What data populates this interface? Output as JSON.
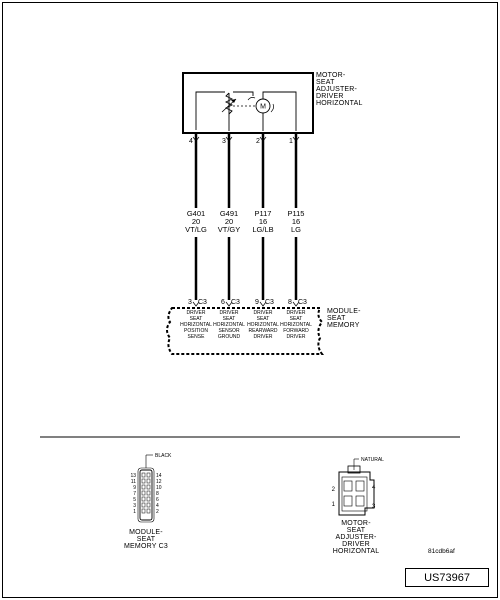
{
  "motor": {
    "title_lines": [
      "MOTOR-",
      "SEAT",
      "ADJUSTER-",
      "DRIVER",
      "HORIZONTAL"
    ],
    "motor_symbol": "M",
    "pins": [
      "4",
      "3",
      "2",
      "1"
    ]
  },
  "wires": [
    {
      "circuit": "G401",
      "gauge": "20",
      "color": "VT/LG"
    },
    {
      "circuit": "G491",
      "gauge": "20",
      "color": "VT/GY"
    },
    {
      "circuit": "P117",
      "gauge": "16",
      "color": "LG/LB"
    },
    {
      "circuit": "P115",
      "gauge": "16",
      "color": "LG"
    }
  ],
  "module": {
    "title_lines": [
      "MODULE-",
      "SEAT",
      "MEMORY"
    ],
    "pins": [
      {
        "pin": "3",
        "connector": "C3",
        "function_lines": [
          "DRIVER",
          "SEAT",
          "HORIZONTAL",
          "POSITION",
          "SENSE"
        ]
      },
      {
        "pin": "6",
        "connector": "C3",
        "function_lines": [
          "DRIVER",
          "SEAT",
          "HORIZONTAL",
          "SENSOR",
          "GROUND"
        ]
      },
      {
        "pin": "9",
        "connector": "C3",
        "function_lines": [
          "DRIVER",
          "SEAT",
          "HORIZONTAL",
          "REARWARD",
          "DRIVER"
        ]
      },
      {
        "pin": "8",
        "connector": "C3",
        "function_lines": [
          "DRIVER",
          "SEAT",
          "HORIZONTAL",
          "FORWARD",
          "DRIVER"
        ]
      }
    ]
  },
  "connector_left": {
    "color_label": "BLACK",
    "pins_left": [
      "13",
      "11",
      "9",
      "7",
      "5",
      "3",
      "1"
    ],
    "pins_right": [
      "14",
      "12",
      "10",
      "8",
      "6",
      "4",
      "2"
    ],
    "title_lines": [
      "MODULE-",
      "SEAT",
      "MEMORY C3"
    ]
  },
  "connector_right": {
    "color_label": "NATURAL",
    "pin_numbers": [
      "2",
      "4",
      "1",
      "3"
    ],
    "title_lines": [
      "MOTOR-",
      "SEAT",
      "ADJUSTER-",
      "DRIVER",
      "HORIZONTAL"
    ]
  },
  "image_code": "81cdb6af",
  "reference": "US73967"
}
